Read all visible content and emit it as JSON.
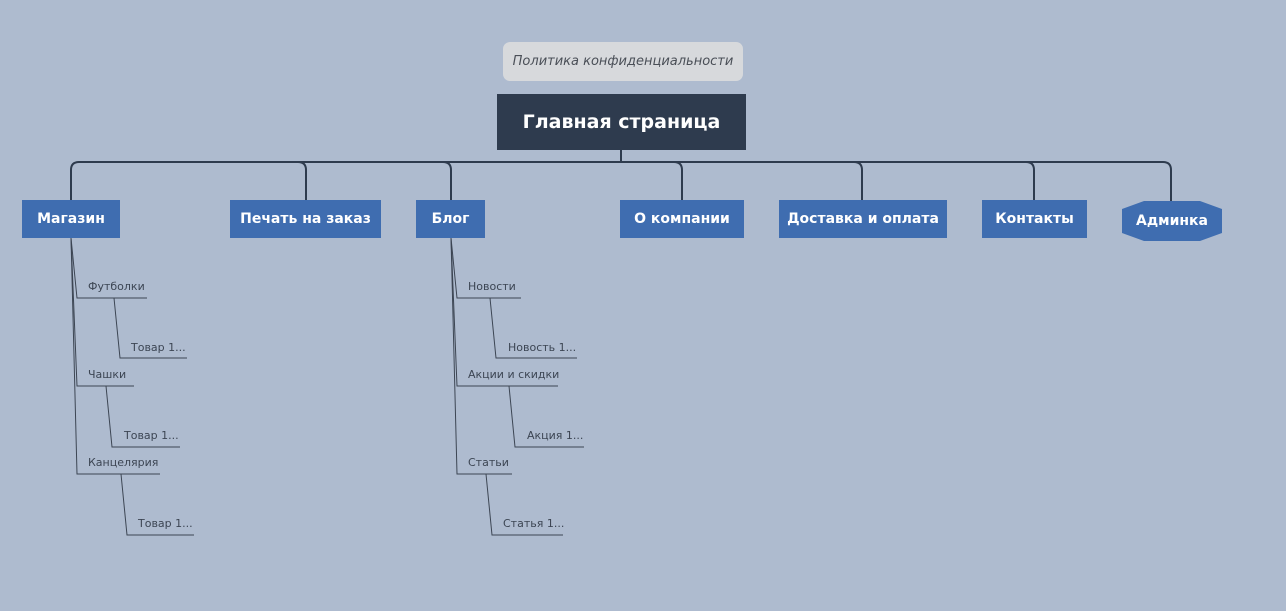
{
  "privacy": "Политика конфиденциальности",
  "root": "Главная страница",
  "sections": {
    "shop": "Магазин",
    "print": "Печать на заказ",
    "blog": "Блог",
    "about": "О компании",
    "delivery": "Доставка и оплата",
    "contacts": "Контакты",
    "admin": "Админка"
  },
  "shop": {
    "tshirts": "Футболки",
    "tshirts_item": "Товар 1...",
    "cups": "Чашки",
    "cups_item": "Товар 1...",
    "stationery": "Канцелярия",
    "stationery_item": "Товар 1..."
  },
  "blog": {
    "news": "Новости",
    "news_item": "Новость 1...",
    "promo": "Акции и скидки",
    "promo_item": "Акция 1...",
    "articles": "Статьи",
    "articles_item": "Статья 1..."
  },
  "colors": {
    "background": "#aebbcf",
    "root": "#2e3b4e",
    "section": "#3f6db0",
    "privacy": "#d7d9dc",
    "connector": "#2e3b4e"
  }
}
